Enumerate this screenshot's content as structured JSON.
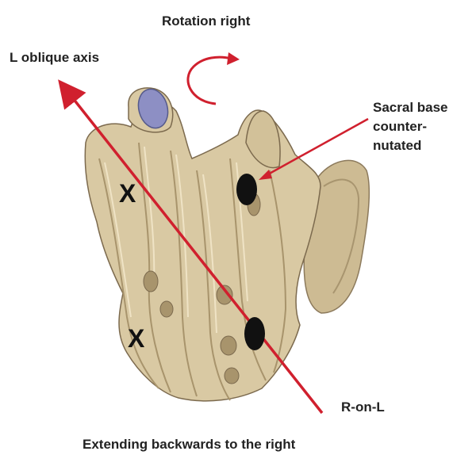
{
  "labels": {
    "rotation": "Rotation right",
    "axis": "L oblique axis",
    "sacral_line1": "Sacral base",
    "sacral_line2": "counter-",
    "sacral_line3": "nutated",
    "r_on_l": "R-on-L",
    "extending": "Extending backwards to the right"
  },
  "markers": {
    "x_upper": "X",
    "x_lower": "X"
  },
  "colors": {
    "axis_line": "#d0202e",
    "bone_fill": "#d9c9a3",
    "bone_shadow": "#b7a47e",
    "bone_outline": "#7c6a4e",
    "facet": "#8d8fc4",
    "marker": "#111111",
    "text": "#222222"
  }
}
